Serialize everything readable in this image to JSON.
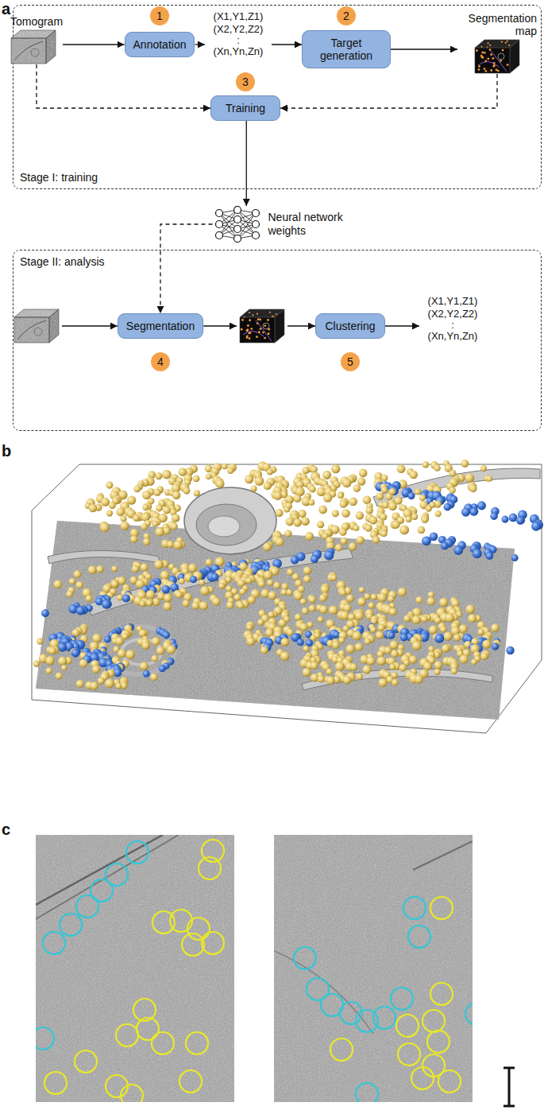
{
  "diagram": {
    "nodes": [
      {
        "text": [
          "Stage I: training"
        ]
      },
      {
        "text": [
          "Tomogram"
        ],
        "in": 0
      },
      {
        "text": [
          "Annotation"
        ],
        "in": 0
      },
      {
        "text": [
          "Target generation"
        ],
        "in": 0
      },
      {
        "text": [
          "Segmentation map"
        ],
        "in": 0
      },
      {
        "text": [
          "Training"
        ],
        "in": 0
      },
      {
        "text": [
          "Neural network weights"
        ]
      },
      {
        "text": [
          "Stage II: analysis"
        ]
      },
      {
        "text": [
          "Segmentation"
        ],
        "in": 7
      },
      {
        "text": [
          "Clustering"
        ],
        "in": 7
      }
    ],
    "edges": [
      {
        "from": 1,
        "to": 2,
        "arrow": "to"
      },
      {
        "from": 3,
        "to": 4,
        "arrow": "to"
      },
      {
        "from": 1,
        "to": 5,
        "arrow": "to"
      },
      {
        "from": 4,
        "to": 5,
        "arrow": "to"
      },
      {
        "from": 5,
        "to": 6,
        "arrow": "to"
      },
      {
        "from": 6,
        "to": 8,
        "arrow": "to"
      }
    ],
    "labels": [
      "a",
      "1",
      "(X1,Y1,Z1)",
      "(X2,Y2,Z2)",
      ":",
      "(Xn,Yn,Zn)",
      "2",
      "3",
      "4",
      "(X1,Y1,Z1)",
      "(X2,Y2,Z2)",
      ":",
      "(Xn,Yn,Zn)",
      "5",
      "b",
      "c"
    ]
  }
}
